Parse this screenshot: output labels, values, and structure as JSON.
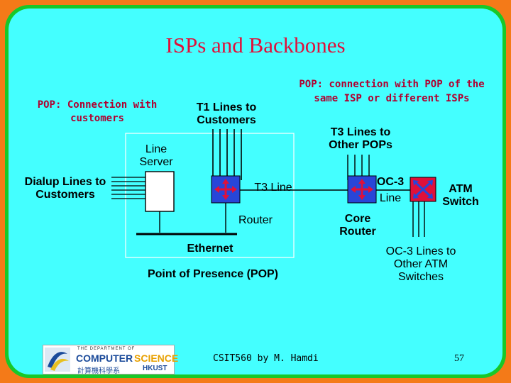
{
  "title": "ISPs and Backbones",
  "labels": {
    "pop_customers": "POP: Connection with customers",
    "pop_other": "POP: connection with POP of the same ISP or different ISPs",
    "t1_lines": "T1 Lines to Customers",
    "t3_other": "T3 Lines to Other POPs",
    "line_server": "Line Server",
    "dialup": "Dialup Lines to Customers",
    "t3_line": "T3 Line",
    "oc3_line_a": "OC-3",
    "oc3_line_b": "Line",
    "atm_switch": "ATM Switch",
    "router": "Router",
    "core_router": "Core Router",
    "ethernet": "Ethernet",
    "pop": "Point of Presence (POP)",
    "oc3_lines": "OC-3 Lines to Other ATM Switches"
  },
  "footer": {
    "credit": "CSIT560 by M. Hamdi",
    "page": "57"
  },
  "logo": {
    "line1": "THE DEPARTMENT OF",
    "line2a": "COMPUTER",
    "line2b": "SCIENCE",
    "line3a": "計算機科學系",
    "line3b": "HKUST"
  },
  "colors": {
    "background_outer": "#f47a18",
    "frame": "#18c828",
    "panel": "#44ffff",
    "title": "#e0103a",
    "router": "#2846d8",
    "atm_switch": "#e0103a"
  }
}
